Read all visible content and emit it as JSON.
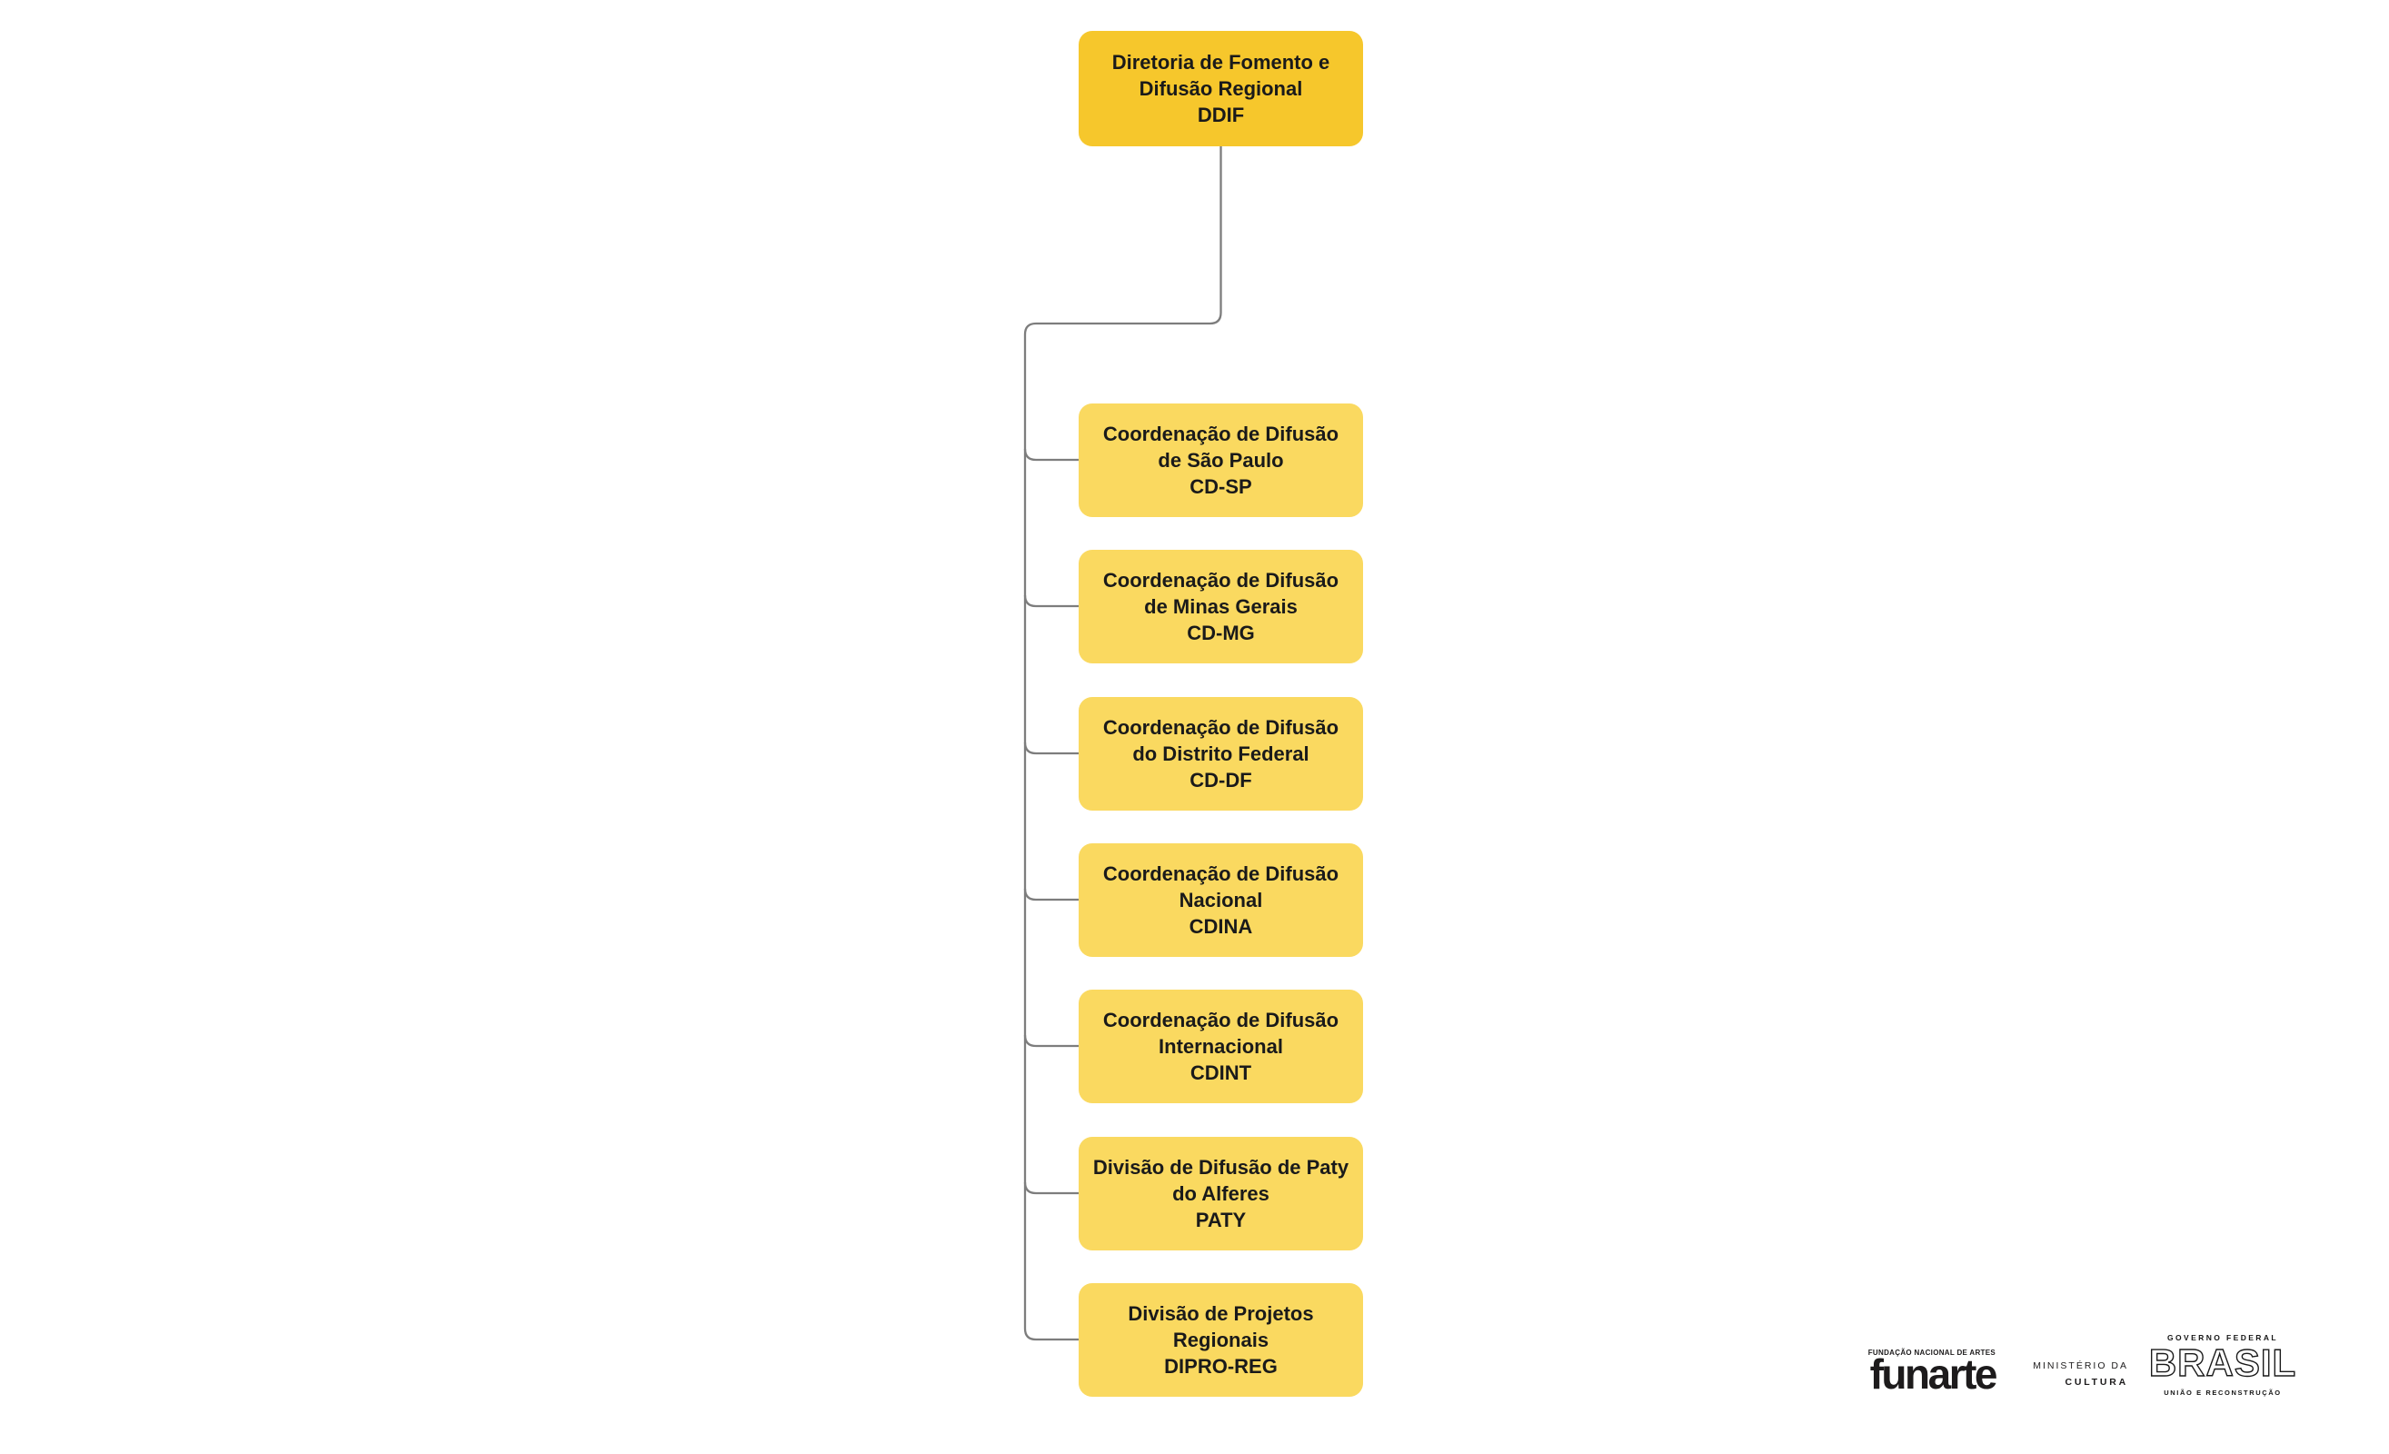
{
  "org_chart": {
    "root": {
      "line1": "Diretoria de Fomento e",
      "line2": "Difusão Regional",
      "acronym": "DDIF"
    },
    "children": [
      {
        "line1": "Coordenação de Difusão",
        "line2": "de São Paulo",
        "acronym": "CD-SP"
      },
      {
        "line1": "Coordenação de Difusão",
        "line2": "de Minas Gerais",
        "acronym": "CD-MG"
      },
      {
        "line1": "Coordenação de Difusão",
        "line2": "do Distrito Federal",
        "acronym": "CD-DF"
      },
      {
        "line1": "Coordenação de Difusão",
        "line2": "Nacional",
        "acronym": "CDINA"
      },
      {
        "line1": "Coordenação de Difusão",
        "line2": "Internacional",
        "acronym": "CDINT"
      },
      {
        "line1": "Divisão de Difusão de Paty",
        "line2": "do Alferes",
        "acronym": "PATY"
      },
      {
        "line1": "Divisão de Projetos",
        "line2": "Regionais",
        "acronym": "DIPRO-REG"
      }
    ]
  },
  "footer": {
    "funarte": {
      "tagline": "FUNDAÇÃO NACIONAL DE ARTES",
      "wordmark": "funarte"
    },
    "ministerio": {
      "line1": "MINISTÉRIO DA",
      "line2": "CULTURA"
    },
    "governo": {
      "top": "GOVERNO FEDERAL",
      "brand": "BRASIL",
      "bottom": "UNIÃO E RECONSTRUÇÃO"
    }
  },
  "colors": {
    "root_box": "#F6C72C",
    "child_box": "#FAD960",
    "connector": "#7D7D7D",
    "text": "#1A1A1A",
    "background": "#FFFFFF"
  }
}
